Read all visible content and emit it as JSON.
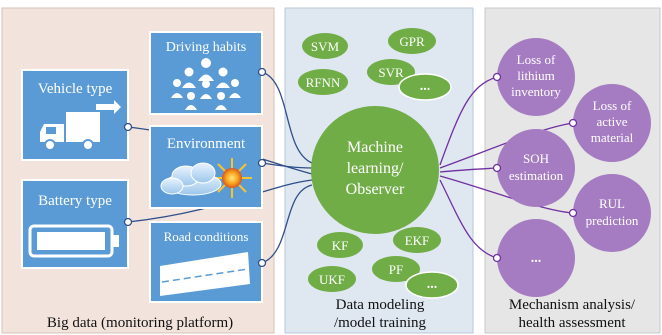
{
  "panels": {
    "left_caption": "Big data (monitoring platform)",
    "middle_caption_line1": "Data modeling",
    "middle_caption_line2": "/model training",
    "right_caption_line1": "Mechanism analysis/",
    "right_caption_line2": "health assessment"
  },
  "inputs": {
    "vehicle_type": "Vehicle type",
    "battery_type": "Battery type",
    "driving_habits": "Driving habits",
    "environment": "Environment",
    "road_conditions": "Road conditions"
  },
  "center": {
    "line1": "Machine",
    "line2": "learning/",
    "line3": "Observer"
  },
  "ml_methods_top": {
    "svm": "SVM",
    "gpr": "GPR",
    "rfnn": "RFNN",
    "svr": "SVR",
    "more": "..."
  },
  "ml_methods_bottom": {
    "kf": "KF",
    "ekf": "EKF",
    "ukf": "UKF",
    "pf": "PF",
    "more": "..."
  },
  "outputs": {
    "lli_line1": "Loss of",
    "lli_line2": "lithium",
    "lli_line3": "inventory",
    "lam_line1": "Loss of",
    "lam_line2": "active",
    "lam_line3": "material",
    "soh_line1": "SOH",
    "soh_line2": "estimation",
    "rul_line1": "RUL",
    "rul_line2": "prediction",
    "more": "..."
  },
  "colors": {
    "left_panel": "#f2e4dc",
    "middle_panel": "#dfe7f1",
    "right_panel": "#e6e6e6",
    "box_blue": "#5b9bd5",
    "green": "#70ad47",
    "purple": "#a57cc2",
    "line_blue": "#2f4f8a",
    "line_purple": "#7030a0"
  }
}
